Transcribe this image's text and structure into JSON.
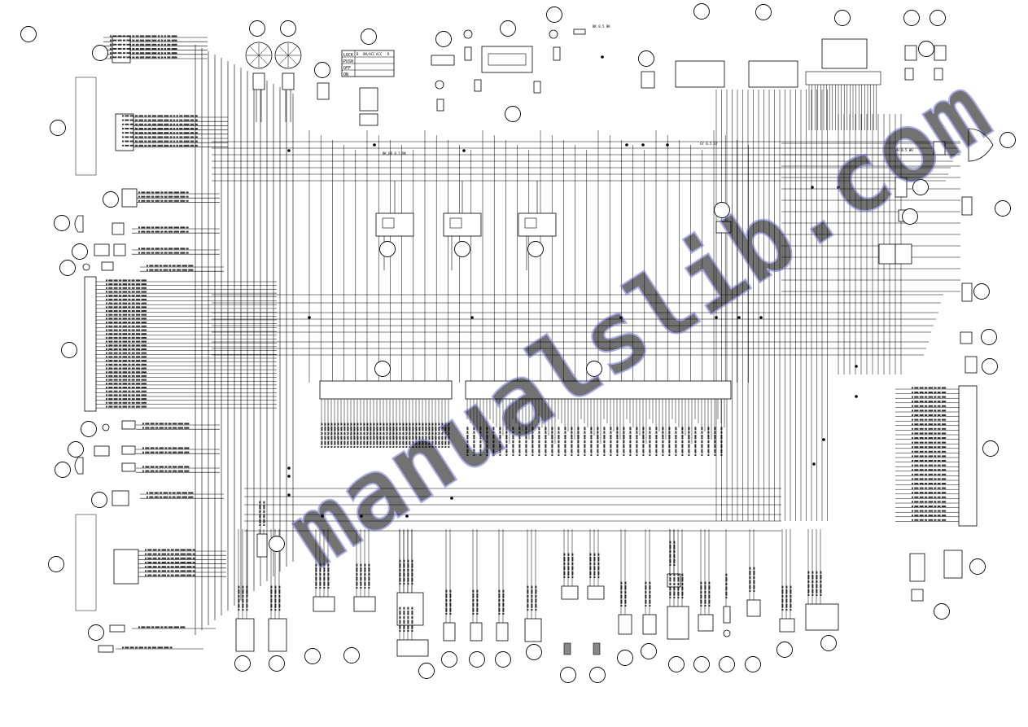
{
  "watermark": {
    "text": "manualslib.com",
    "color": "#6a6adc"
  },
  "ignition_switch": {
    "positions": [
      "LOCK",
      "PUSH",
      "OFF",
      "ON"
    ],
    "columns": [
      "B",
      "ON/ACC",
      "ACC",
      "R"
    ]
  },
  "wire_labels": {
    "top_battery": "BK 0.5 BK",
    "misc": [
      "GY 0.5 GY",
      "BK_BR 0.5 BK",
      "WH 0.5 WH"
    ]
  }
}
